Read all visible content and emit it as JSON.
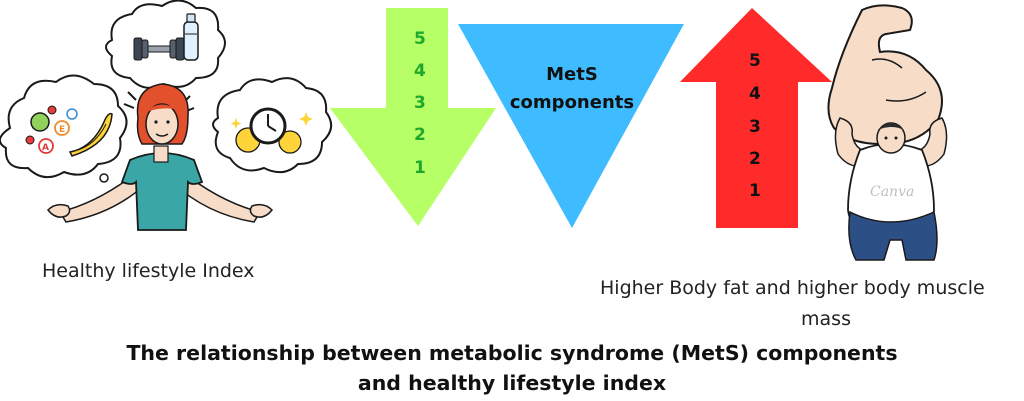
{
  "left_label": "Healthy lifestyle Index",
  "right_label_line1": "Higher Body fat and higher body muscle",
  "right_label_line2": "mass",
  "triangle_label_line1": "MetS",
  "triangle_label_line2": "components",
  "down_arrow_numbers": [
    "5",
    "4",
    "3",
    "2",
    "1"
  ],
  "up_arrow_numbers": [
    "5",
    "4",
    "3",
    "2",
    "1"
  ],
  "title_line1": "The relationship between metabolic syndrome (MetS) components",
  "title_line2": "and healthy lifestyle index",
  "watermark": "Canva",
  "colors": {
    "down_arrow": "#b6ff66",
    "down_numbers": "#1fa82d",
    "triangle": "#3fbcff",
    "up_arrow": "#ff2a2a",
    "up_numbers": "#111111"
  },
  "icons": [
    "woman-thinking-icon",
    "fruit-vitamins-icon",
    "dumbbell-bottle-icon",
    "clock-icon",
    "flexing-man-icon"
  ]
}
